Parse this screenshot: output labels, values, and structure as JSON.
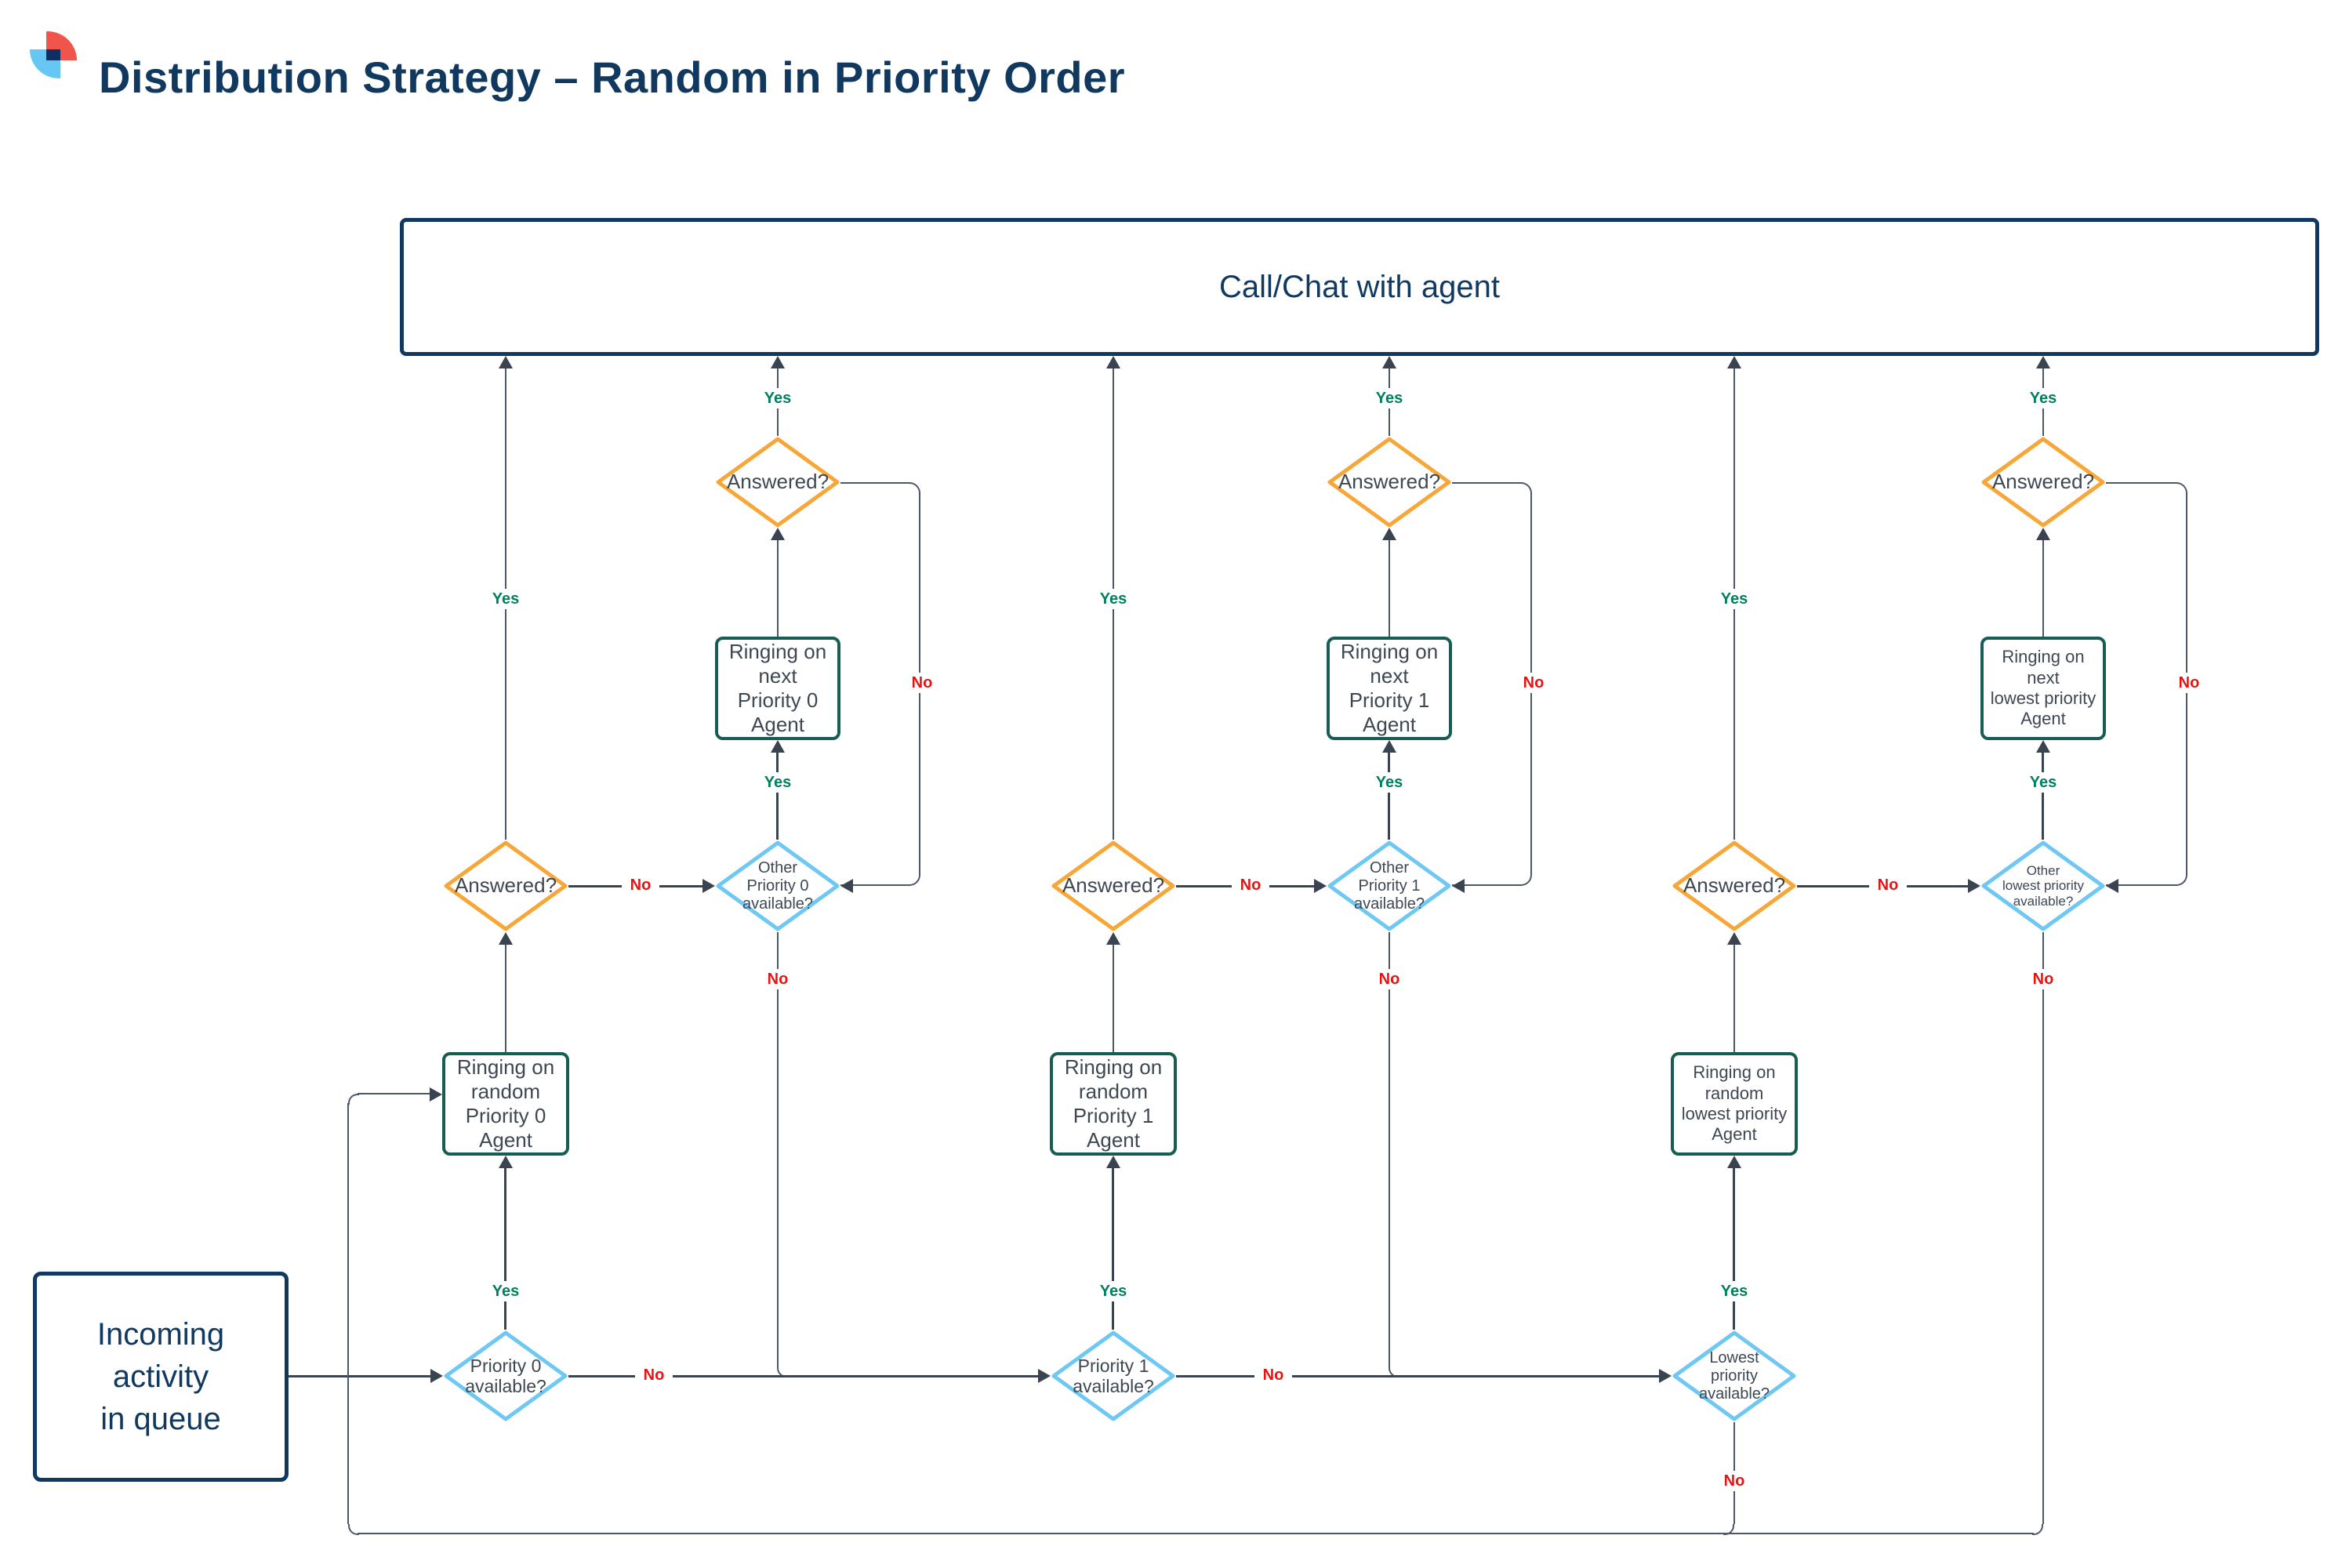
{
  "title": "Distribution Strategy – Random in Priority Order",
  "labels": {
    "yes": "Yes",
    "no": "No"
  },
  "top_box": {
    "label": "Call/Chat with agent"
  },
  "start_box": {
    "lines": [
      "Incoming",
      "activity",
      "in queue"
    ]
  },
  "columns": [
    {
      "priority": [
        "Priority 0",
        "available?"
      ],
      "random": [
        "Ringing on",
        "random",
        "Priority 0",
        "Agent"
      ],
      "answered": "Answered?",
      "other": [
        "Other",
        "Priority 0",
        "available?"
      ],
      "next": [
        "Ringing on",
        "next",
        "Priority 0",
        "Agent"
      ],
      "answered_top": "Answered?"
    },
    {
      "priority": [
        "Priority 1",
        "available?"
      ],
      "random": [
        "Ringing on",
        "random",
        "Priority 1",
        "Agent"
      ],
      "answered": "Answered?",
      "other": [
        "Other",
        "Priority 1",
        "available?"
      ],
      "next": [
        "Ringing on",
        "next",
        "Priority 1",
        "Agent"
      ],
      "answered_top": "Answered?"
    },
    {
      "priority": [
        "Lowest",
        "priority",
        "available?"
      ],
      "random": [
        "Ringing on",
        "random",
        "lowest priority",
        "Agent"
      ],
      "answered": "Answered?",
      "other": [
        "Other",
        "lowest priority",
        "available?"
      ],
      "next": [
        "Ringing on",
        "next",
        "lowest priority",
        "Agent"
      ],
      "answered_top": "Answered?"
    }
  ],
  "colors": {
    "navy": "#11395f",
    "orange": "#f7a737",
    "blue": "#6fc8f3",
    "teal": "#175d52",
    "yes_green": "#00805f",
    "no_red": "#e81212",
    "line": "#3a4350",
    "loop": "#4d5866",
    "ink": "#3e4752"
  }
}
